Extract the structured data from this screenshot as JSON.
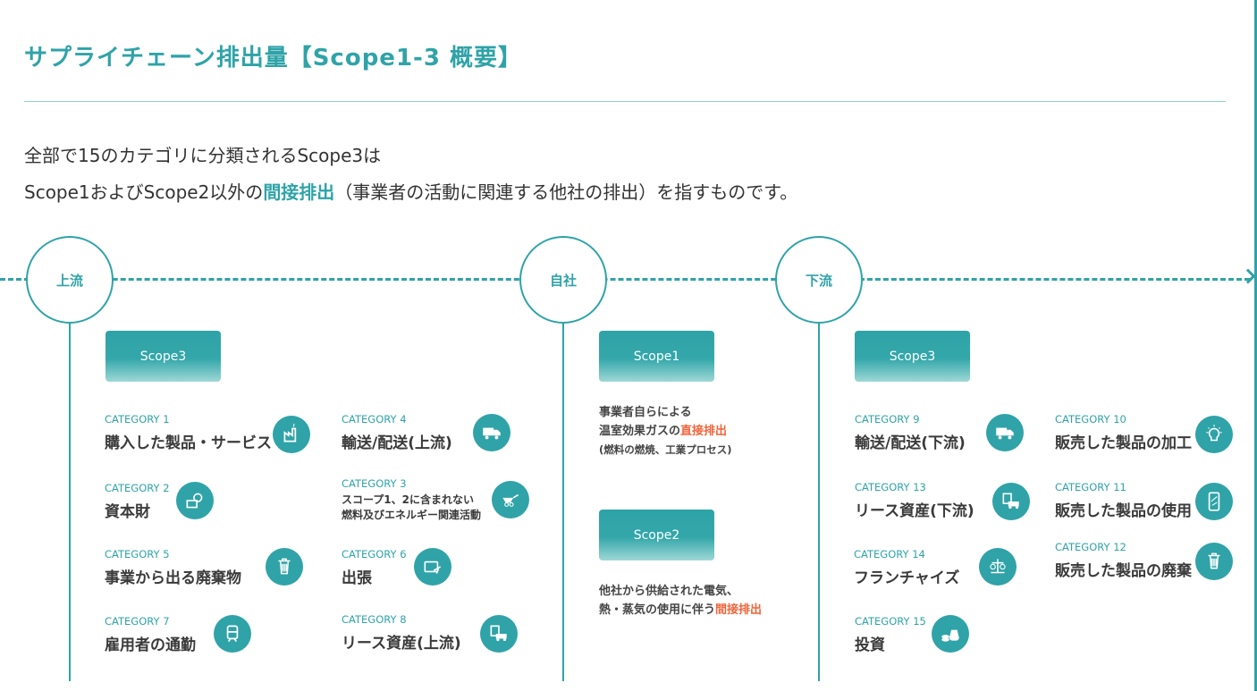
{
  "title": "サプライチェーン排出量【Scope1-3 概要】",
  "intro": {
    "line1": "全部で15のカテゴリに分類されるScope3は",
    "line2_pre": "Scope1およびScope2以外の",
    "line2_em": "間接排出",
    "line2_post": "（事業者の活動に関連する他社の排出）を指すものです。"
  },
  "nodes": {
    "upstream": "上流",
    "own": "自社",
    "downstream": "下流"
  },
  "scopes": {
    "upstream": "Scope3",
    "scope1": "Scope1",
    "scope2": "Scope2",
    "downstream": "Scope3"
  },
  "scope1_desc": {
    "line1": "事業者自らによる",
    "line2_pre": "温室効果ガスの",
    "line2_em": "直接排出",
    "line3": "(燃料の燃焼、工業プロセス)"
  },
  "scope2_desc": {
    "line1": "他社から供給された電気、",
    "line2_pre": "熱・蒸気の使用に伴う",
    "line2_em": "間接排出"
  },
  "colors": {
    "accent": "#2fa3a8",
    "emphasis": "#f0643a"
  },
  "categories": [
    {
      "label": "CATEGORY 1",
      "name": "購入した製品・サービス",
      "icon": "factory-icon"
    },
    {
      "label": "CATEGORY 2",
      "name": "資本財",
      "icon": "capital-goods-icon"
    },
    {
      "label": "CATEGORY 5",
      "name": "事業から出る廃棄物",
      "icon": "trash-icon"
    },
    {
      "label": "CATEGORY 7",
      "name": "雇用者の通勤",
      "icon": "train-icon"
    },
    {
      "label": "CATEGORY 4",
      "name": "輸送/配送(上流)",
      "icon": "truck-icon"
    },
    {
      "label": "CATEGORY 3",
      "name": "スコープ1、2に含まれない",
      "name2": "燃料及びエネルギー関連活動",
      "icon": "wheelbarrow-icon"
    },
    {
      "label": "CATEGORY 6",
      "name": "出張",
      "icon": "briefcase-plane-icon"
    },
    {
      "label": "CATEGORY 8",
      "name": "リース資産(上流)",
      "icon": "lease-truck-icon"
    },
    {
      "label": "CATEGORY 9",
      "name": "輸送/配送(下流)",
      "icon": "truck-icon"
    },
    {
      "label": "CATEGORY 13",
      "name": "リース資産(下流)",
      "icon": "lease-truck-icon"
    },
    {
      "label": "CATEGORY 14",
      "name": "フランチャイズ",
      "icon": "franchise-icon"
    },
    {
      "label": "CATEGORY 15",
      "name": "投資",
      "icon": "money-bag-icon"
    },
    {
      "label": "CATEGORY 10",
      "name": "販売した製品の加工",
      "icon": "lightbulb-gear-icon"
    },
    {
      "label": "CATEGORY 11",
      "name": "販売した製品の使用",
      "icon": "smartphone-hand-icon"
    },
    {
      "label": "CATEGORY 12",
      "name": "販売した製品の廃棄",
      "icon": "trash-icon"
    }
  ]
}
